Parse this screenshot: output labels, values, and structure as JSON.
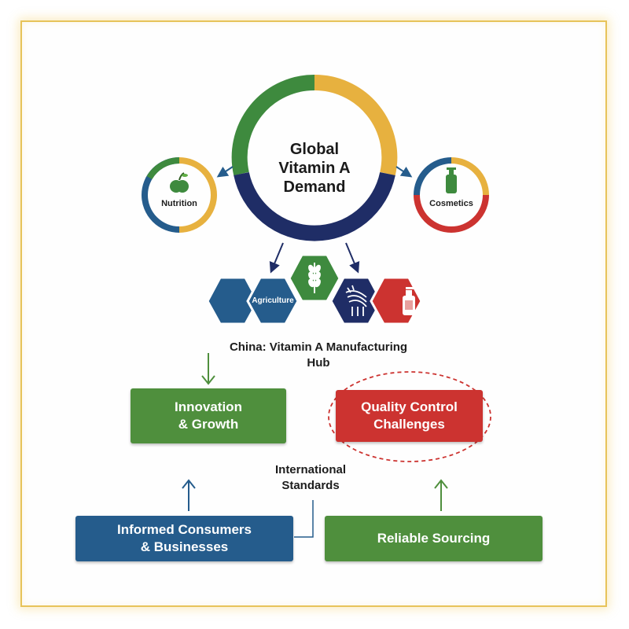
{
  "diagram": {
    "main_title": "Global\nVitamin A\nDemand",
    "nutrition_label": "Nutrition",
    "cosmetics_label": "Cosmetics",
    "agriculture_label": "Agriculture",
    "hub_label": "China: Vitamin A Manufacturing\nHub",
    "innovation_label": "Innovation\n& Growth",
    "quality_label": "Quality Control\nChallenges",
    "standards_label": "International\nStandards",
    "consumers_label": "Informed Consumers\n& Businesses",
    "sourcing_label": "Reliable Sourcing"
  },
  "colors": {
    "green": "#4f8f3d",
    "gold": "#e7b13f",
    "navy": "#1f2d66",
    "blue": "#255c8c",
    "red": "#cc3330",
    "frame": "#e7c35a"
  },
  "icons": [
    "apple-icon",
    "lotion-bottle-icon",
    "wheat-icon",
    "grain-sack-icon",
    "bottle-icon"
  ]
}
